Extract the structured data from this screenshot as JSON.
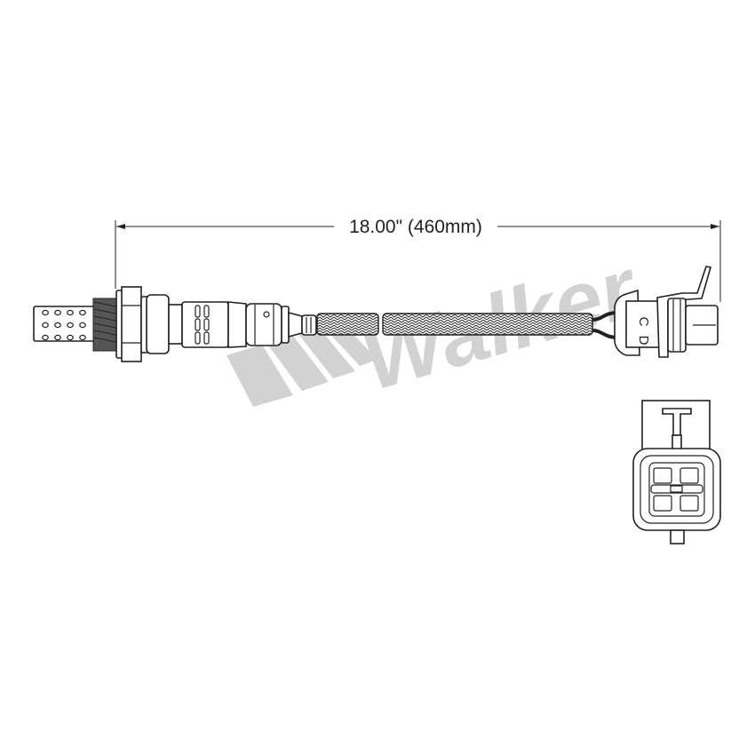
{
  "dimension": {
    "label": "18.00\" (460mm)",
    "length_in": 18.0,
    "length_mm": 460
  },
  "watermark": {
    "text": "Walker",
    "color": "#d2d2d2"
  },
  "connector": {
    "pin_labels": [
      "C",
      "D"
    ],
    "pin_count": 4
  },
  "colors": {
    "line": "#231f20",
    "watermark": "#d2d2d2",
    "wire": "#231f20"
  }
}
